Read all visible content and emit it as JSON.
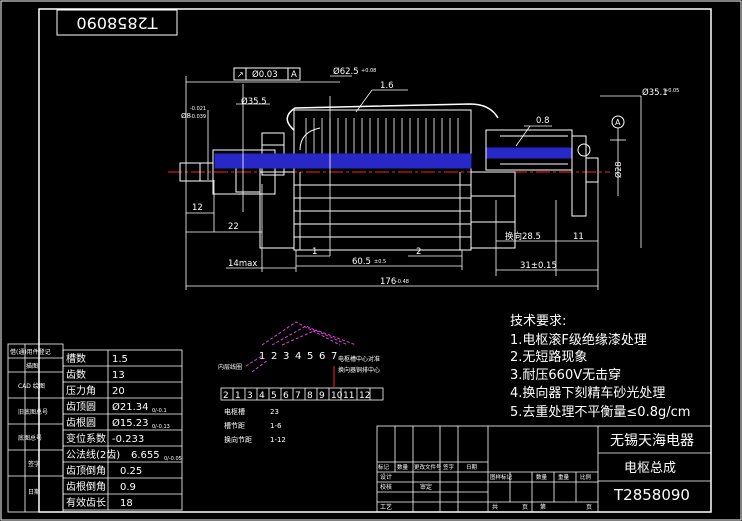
{
  "title_block": {
    "drawing_number_rotated": "T2858090",
    "company": "无锡天海电器",
    "part_name": "电枢总成",
    "drawing_number": "T2858090",
    "mini_labels": [
      "标记",
      "数量",
      "更改文件号",
      "签字",
      "日期"
    ],
    "sign_rows": [
      "设计",
      "校核",
      "审定",
      "工艺"
    ],
    "stage_labels": [
      "图样标记",
      "数量",
      "重量",
      "比例"
    ],
    "sheet_labels": [
      "共",
      "页",
      "第",
      "页"
    ]
  },
  "left_stack_labels": [
    "借(通)用件登记",
    "描图",
    "CAD 绘图",
    "旧底图总号",
    "底图总号",
    "签字",
    "日期"
  ],
  "spec_table": [
    {
      "label": "槽数",
      "value": "1.5"
    },
    {
      "label": "齿数",
      "value": "13"
    },
    {
      "label": "压力角",
      "value": "20"
    },
    {
      "label": "齿顶圆",
      "value": "Ø21.34",
      "tol": "0/-0.1"
    },
    {
      "label": "齿根圆",
      "value": "Ø15.23",
      "tol": "0/-0.13"
    },
    {
      "label": "变位系数",
      "value": "-0.233"
    },
    {
      "label": "公法线(2齿)",
      "value": "6.655",
      "tol": "0/-0.05"
    },
    {
      "label": "齿顶倒角",
      "value": "0.25"
    },
    {
      "label": "齿根倒角",
      "value": "0.9"
    },
    {
      "label": "有效齿长",
      "value": "18"
    }
  ],
  "tech_requirements": {
    "heading": "技术要求:",
    "items": [
      "1.电枢滚F级绝缘漆处理",
      "2.无短路现象",
      "3.耐压660V无击穿",
      "4.换向器下刻精车砂光处理",
      "5.去重处理不平衡量≤0.8g/cm"
    ]
  },
  "winding": {
    "top_numbers": [
      "1",
      "2",
      "3",
      "4",
      "5",
      "6",
      "7"
    ],
    "bottom_numbers": [
      "2",
      "1",
      "3",
      "4",
      "5",
      "6",
      "7",
      "8",
      "9",
      "10",
      "11",
      "12"
    ],
    "label_inner": "内层线圈",
    "label_center": "电枢槽中心对准",
    "label_comm": "换向器铜排中心",
    "notes": [
      {
        "label": "电枢槽",
        "value": "23"
      },
      {
        "label": "槽节距",
        "value": "1-6"
      },
      {
        "label": "换向节距",
        "value": "1-12"
      }
    ]
  },
  "dimensions": {
    "fcf_tol": "Ø0.03",
    "fcf_datum": "A",
    "d_core": "Ø62.5",
    "d_core_tol": "+0.08",
    "d_shaft_left": "Ø8",
    "d_shaft_left_tol_up": "-0.021",
    "d_shaft_left_tol_low": "-0.039",
    "d_brg": "Ø35.5",
    "d_right": "Ø35.1",
    "d_right_tol": "+0.05",
    "d_28": "Ø28",
    "d_1_6": "1.6",
    "d_0_8": "0.8",
    "datum_a": "A",
    "l_12": "12",
    "l_22": "22",
    "l_14": "14max",
    "l_1": "1",
    "l_2": "2",
    "l_core": "60.5",
    "l_core_tol": "±0.5",
    "l_comm": "换向28.5",
    "l_11": "11",
    "l_31": "31±0.15",
    "l_total": "176",
    "l_total_tol": "-0.48"
  },
  "colors": {
    "background": "#000000",
    "line": "#ffffff",
    "armature_blue": "#2828c8",
    "center_red": "#ff2020",
    "magenta": "#e040e0",
    "leader_yellow": "#ffe000"
  }
}
